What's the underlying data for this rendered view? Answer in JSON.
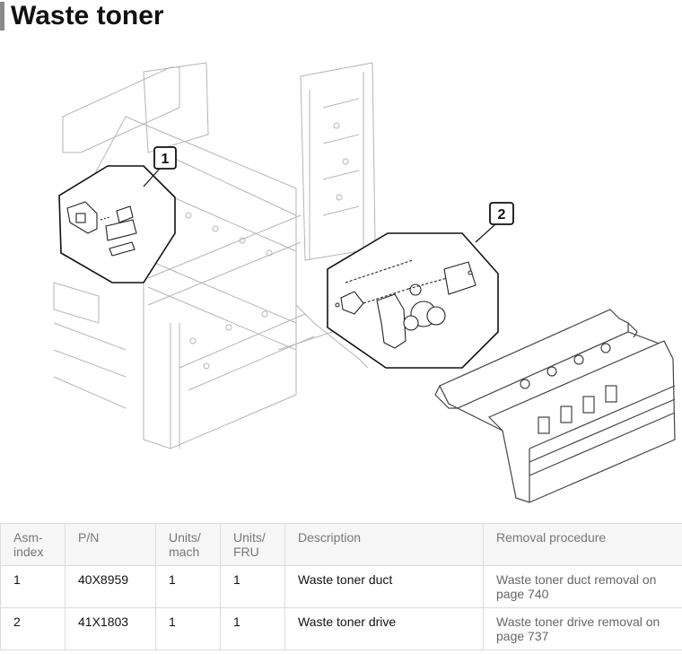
{
  "page": {
    "title": "Waste toner"
  },
  "figure": {
    "callouts": [
      "1",
      "2"
    ]
  },
  "table": {
    "headers": [
      {
        "line1": "Asm-",
        "line2": "index"
      },
      {
        "line1": "P/N",
        "line2": ""
      },
      {
        "line1": "Units/",
        "line2": "mach"
      },
      {
        "line1": "Units/",
        "line2": "FRU"
      },
      {
        "line1": "Description",
        "line2": ""
      },
      {
        "line1": "Removal procedure",
        "line2": ""
      }
    ],
    "rows": [
      {
        "asm_index": "1",
        "pn": "40X8959",
        "units_mach": "1",
        "units_fru": "1",
        "description": "Waste toner duct",
        "removal_line1": "Waste toner duct removal on",
        "removal_line2": "page 740"
      },
      {
        "asm_index": "2",
        "pn": "41X1803",
        "units_mach": "1",
        "units_fru": "1",
        "description": "Waste toner drive",
        "removal_line1": "Waste toner drive removal on",
        "removal_line2": "page 737"
      }
    ]
  }
}
